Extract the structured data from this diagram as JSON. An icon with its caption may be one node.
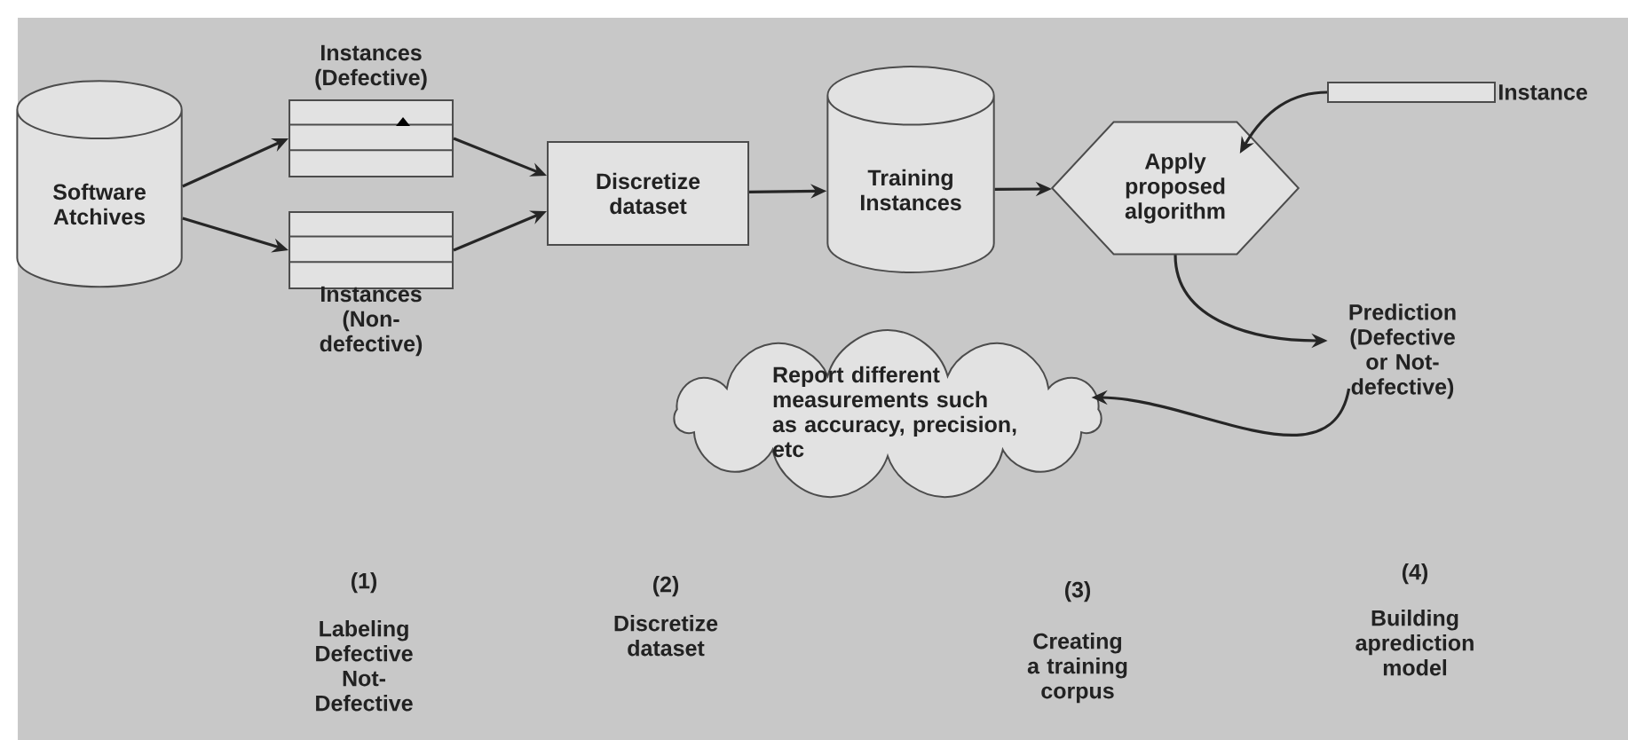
{
  "diagram": {
    "nodes": [
      {
        "text": [
          "Software Atchives"
        ]
      },
      {
        "text": [
          "Instances (Defective)"
        ]
      },
      {
        "text": [
          "Instances (Non-defective)"
        ]
      },
      {
        "text": [
          "Discretize dataset"
        ]
      },
      {
        "text": [
          "Training Instances"
        ]
      },
      {
        "text": [
          "Apply proposed algorithm"
        ]
      },
      {
        "text": [
          "Instance"
        ]
      },
      {
        "text": [
          "Prediction (Defective or Not- defective)"
        ]
      },
      {
        "text": [
          "Report different measurements such as accuracy, precision, etc"
        ]
      }
    ],
    "edges": [
      {
        "from": 0,
        "to": 1,
        "arrow": "to"
      },
      {
        "from": 0,
        "to": 2,
        "arrow": "to"
      },
      {
        "from": 1,
        "to": 3,
        "arrow": "to"
      },
      {
        "from": 2,
        "to": 3,
        "arrow": "to"
      },
      {
        "from": 3,
        "to": 4,
        "arrow": "to"
      },
      {
        "from": 4,
        "to": 5,
        "arrow": "to"
      },
      {
        "from": 6,
        "to": 5,
        "arrow": "to"
      },
      {
        "from": 5,
        "to": 7,
        "arrow": "to"
      },
      {
        "from": 7,
        "to": 8,
        "arrow": "to"
      }
    ],
    "labels": [
      "(1)",
      "Labeling Defective Not- Defective",
      "(2)",
      "Discretize dataset",
      "(3)",
      "Creating a training corpus",
      "(4)",
      "Building aprediction model"
    ]
  }
}
